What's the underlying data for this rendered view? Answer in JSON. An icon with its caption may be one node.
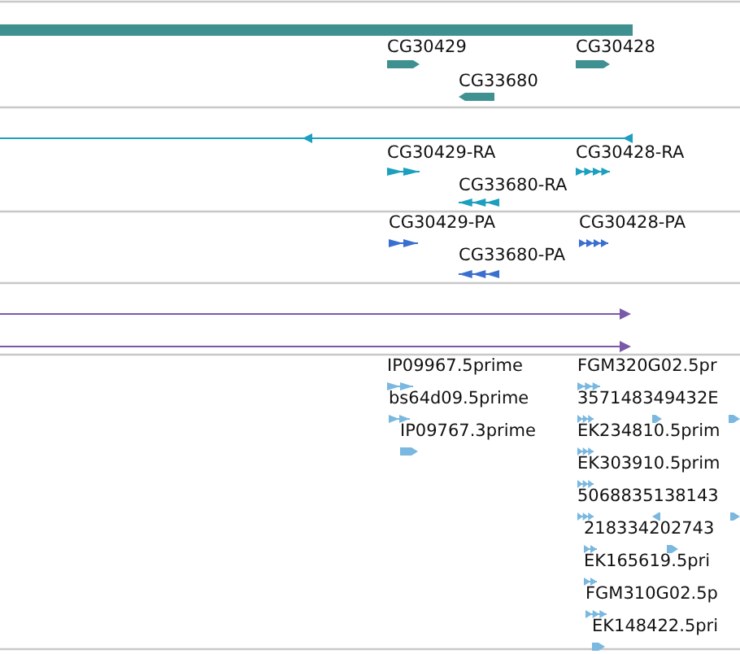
{
  "diagram": {
    "labels": [
      "CG30429",
      "CG30428",
      "CG33680",
      "CG30429-RA",
      "CG30428-RA",
      "CG33680-RA",
      "CG30429-PA",
      "CG30428-PA",
      "CG33680-PA",
      "IP09967.5prime",
      "FGM320G02.5pr",
      "bs64d09.5prime",
      "357148349432E",
      "IP09767.3prime",
      "EK234810.5prim",
      "EK303910.5prim",
      "5068835138143",
      "218334202743",
      "EK165619.5pri",
      "FGM310G02.5p",
      "EK148422.5pri"
    ]
  }
}
